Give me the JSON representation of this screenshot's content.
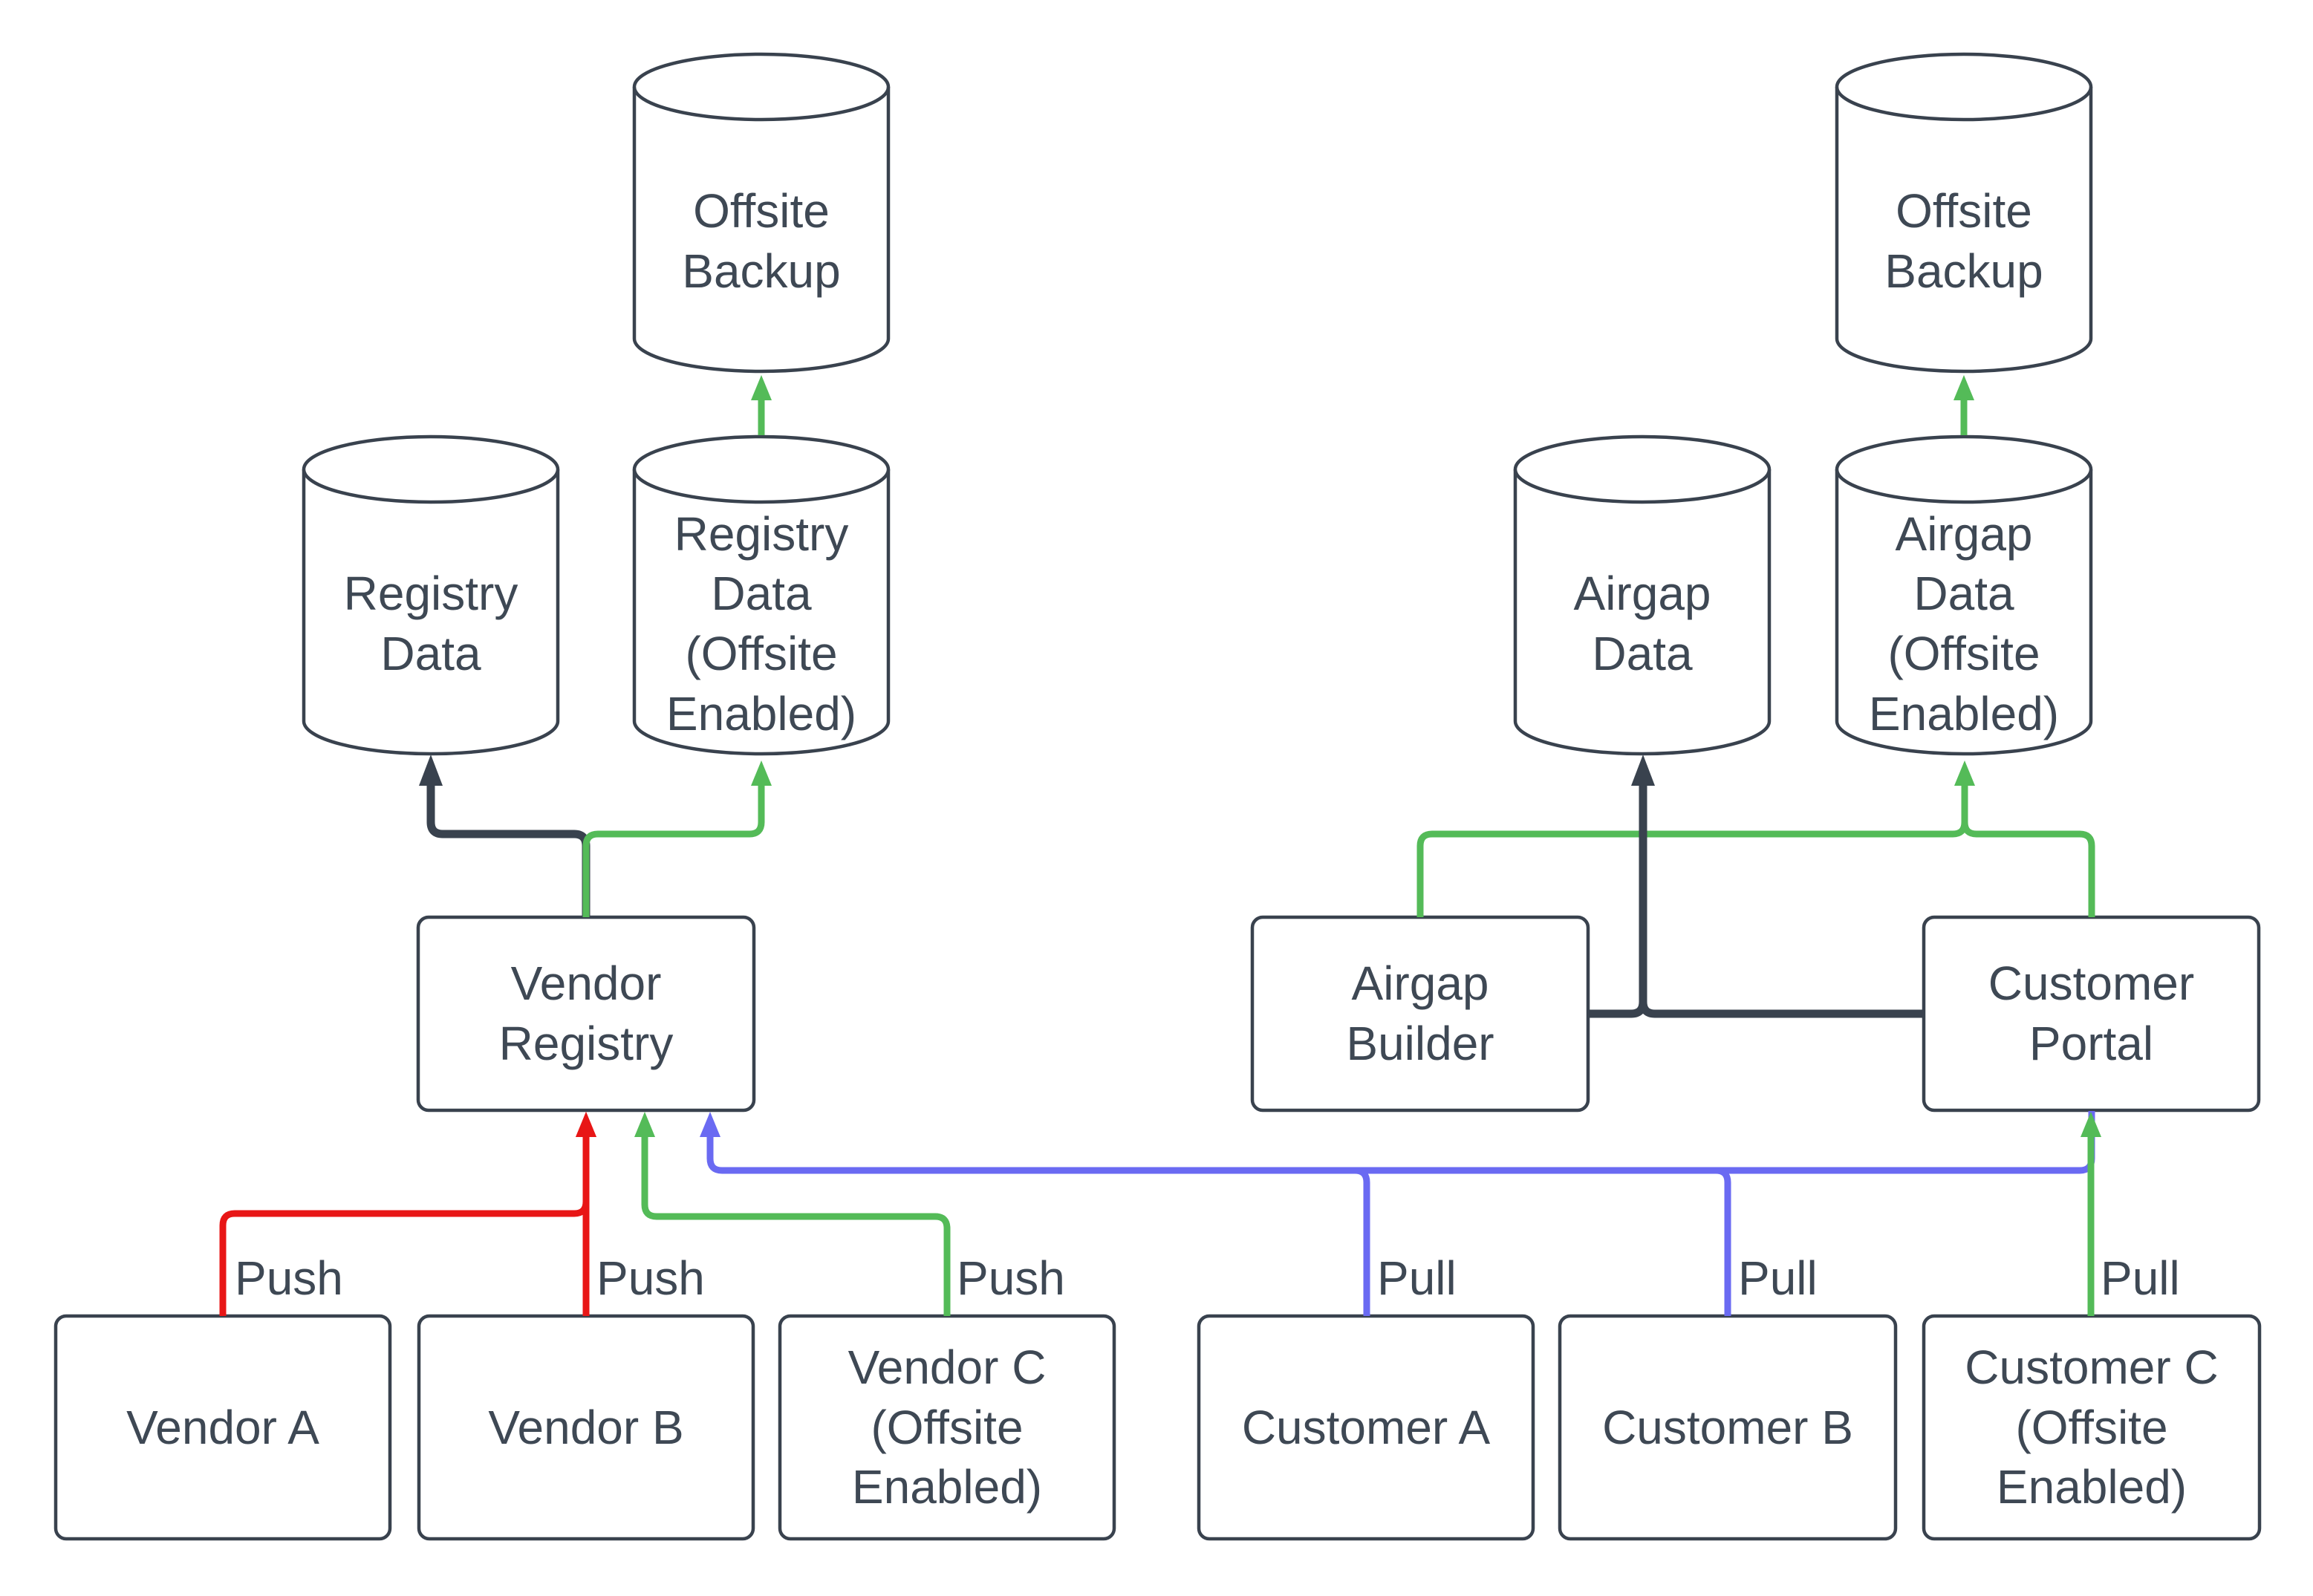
{
  "diagram_type": "flow-diagram",
  "colors": {
    "stroke_dark": "#39424e",
    "text": "#3e4854",
    "push_red": "#e81616",
    "flow_green": "#54bb58",
    "pull_blue": "#6a6af2",
    "background": "#ffffff"
  },
  "nodes": {
    "offsite_backup_left": {
      "label": "Offsite\nBackup",
      "shape": "cylinder"
    },
    "registry_data": {
      "label": "Registry\nData",
      "shape": "cylinder"
    },
    "registry_data_offsite": {
      "label": "Registry\nData\n(Offsite\nEnabled)",
      "shape": "cylinder"
    },
    "offsite_backup_right": {
      "label": "Offsite\nBackup",
      "shape": "cylinder"
    },
    "airgap_data": {
      "label": "Airgap\nData",
      "shape": "cylinder"
    },
    "airgap_data_offsite": {
      "label": "Airgap\nData\n(Offsite\nEnabled)",
      "shape": "cylinder"
    },
    "vendor_registry": {
      "label": "Vendor\nRegistry",
      "shape": "rect"
    },
    "airgap_builder": {
      "label": "Airgap\nBuilder",
      "shape": "rect"
    },
    "customer_portal": {
      "label": "Customer\nPortal",
      "shape": "rect"
    },
    "vendor_a": {
      "label": "Vendor A",
      "shape": "rect"
    },
    "vendor_b": {
      "label": "Vendor B",
      "shape": "rect"
    },
    "vendor_c": {
      "label": "Vendor C\n(Offsite\nEnabled)",
      "shape": "rect"
    },
    "customer_a": {
      "label": "Customer A",
      "shape": "rect"
    },
    "customer_b": {
      "label": "Customer B",
      "shape": "rect"
    },
    "customer_c": {
      "label": "Customer C\n(Offsite\nEnabled)",
      "shape": "rect"
    }
  },
  "edge_labels": {
    "push": "Push",
    "pull": "Pull"
  }
}
